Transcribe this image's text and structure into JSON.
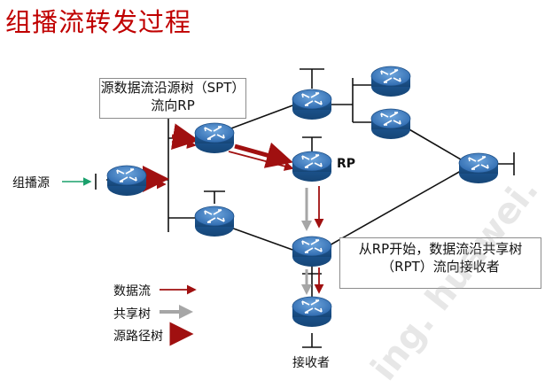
{
  "title": "组播流转发过程",
  "callouts": {
    "spt": "源数据流沿源树（SPT）流向RP",
    "rpt": "从RP开始，数据流沿共享树（RPT）流向接收者"
  },
  "labels": {
    "source": "组播源",
    "rp": "RP",
    "receiver": "接收者"
  },
  "legend": [
    {
      "label": "数据流",
      "color": "#a01010"
    },
    {
      "label": "共享树",
      "color": "#a6a6a6"
    },
    {
      "label": "源路径树",
      "color": "#a01010"
    }
  ],
  "watermark": "ing. huawei.",
  "colors": {
    "title": "#c00000",
    "router_body": "#2f6bb0",
    "source_arrow": "#1aa06c"
  },
  "nodes": [
    {
      "id": "r-source"
    },
    {
      "id": "r-center-top"
    },
    {
      "id": "r-center-bottom"
    },
    {
      "id": "r-top"
    },
    {
      "id": "r-rp"
    },
    {
      "id": "r-right-top"
    },
    {
      "id": "r-right-mid"
    },
    {
      "id": "r-right-far"
    },
    {
      "id": "r-lower"
    },
    {
      "id": "r-receiver"
    }
  ]
}
